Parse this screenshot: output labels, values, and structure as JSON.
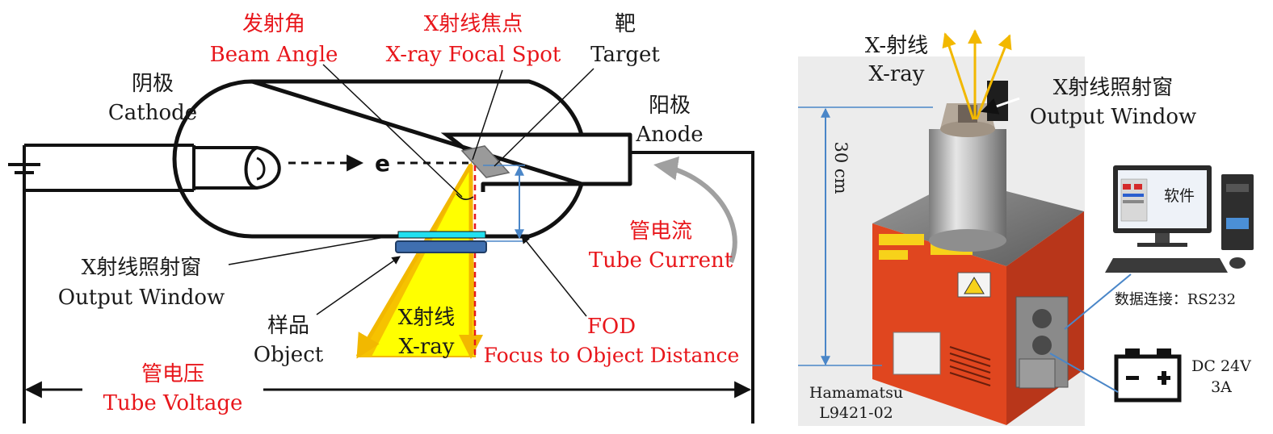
{
  "left_diagram": {
    "beam_angle": {
      "zh": "发射角",
      "en": "Beam Angle"
    },
    "focal_spot": {
      "zh": "X射线焦点",
      "en": "X-ray Focal Spot"
    },
    "target": {
      "zh": "靶",
      "en": "Target"
    },
    "cathode": {
      "zh": "阴极",
      "en": "Cathode"
    },
    "anode": {
      "zh": "阳极",
      "en": "Anode"
    },
    "electron": "e",
    "tube_current": {
      "zh": "管电流",
      "en": "Tube Current"
    },
    "output_window": {
      "zh": "X射线照射窗",
      "en": "Output Window"
    },
    "object": {
      "zh": "样品",
      "en": "Object"
    },
    "xray": {
      "zh": "X射线",
      "en": "X-ray"
    },
    "fod": {
      "abbr": "FOD",
      "en": "Focus to Object Distance"
    },
    "tube_voltage": {
      "zh": "管电压",
      "en": "Tube Voltage"
    }
  },
  "right_diagram": {
    "xray": {
      "zh": "X-射线",
      "en": "X-ray"
    },
    "output_window": {
      "zh": "X射线照射窗",
      "en": "Output Window"
    },
    "height": "30 cm",
    "software": "软件",
    "data_link": "数据连接：RS232",
    "power": {
      "line1": "DC 24V",
      "line2": "3A"
    },
    "model": {
      "line1": "Hamamatsu",
      "line2": "L9421-02"
    }
  },
  "colors": {
    "label_red": "#e8161b",
    "beam_yellow": "#ffff00",
    "beam_edge": "#f2b800",
    "window_cyan": "#22e0f0",
    "object_blue": "#3f6fb0",
    "dimension_blue": "#4a86c8",
    "device_red": "#e0461f"
  }
}
